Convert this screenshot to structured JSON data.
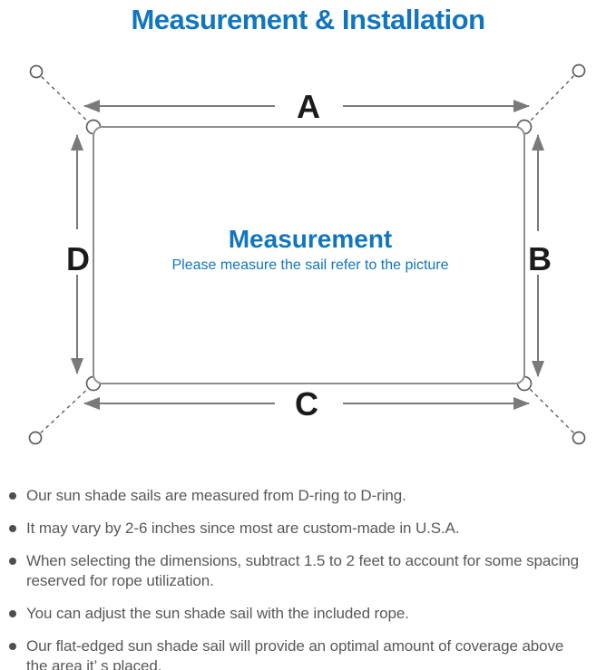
{
  "header": {
    "title": "Measurement & Installation"
  },
  "diagram": {
    "edge_labels": {
      "top": "A",
      "right": "B",
      "bottom": "C",
      "left": "D"
    },
    "center_title": "Measurement",
    "center_subtitle": "Please measure the sail refer to the picture"
  },
  "notes": [
    [
      "Our sun shade sails are measured from D-ring to D-ring."
    ],
    [
      "It may vary by 2-6 inches since most are custom-made in U.S.A."
    ],
    [
      "When selecting the dimensions, subtract 1.5 to 2 feet to account for some spacing",
      "reserved for rope utilization."
    ],
    [
      "You can adjust the sun shade sail with the included rope."
    ],
    [
      "Our flat-edged sun shade sail will provide an optimal amount of coverage above",
      "the area it’ s placed."
    ]
  ],
  "colors": {
    "accent_blue": "#1276be",
    "arrow_gray": "#7a7a7a",
    "outline_gray": "#8f8f8f",
    "ring_gray": "#5f5f5f",
    "label_black": "#1b1b1b",
    "note_text_gray": "#595959"
  }
}
